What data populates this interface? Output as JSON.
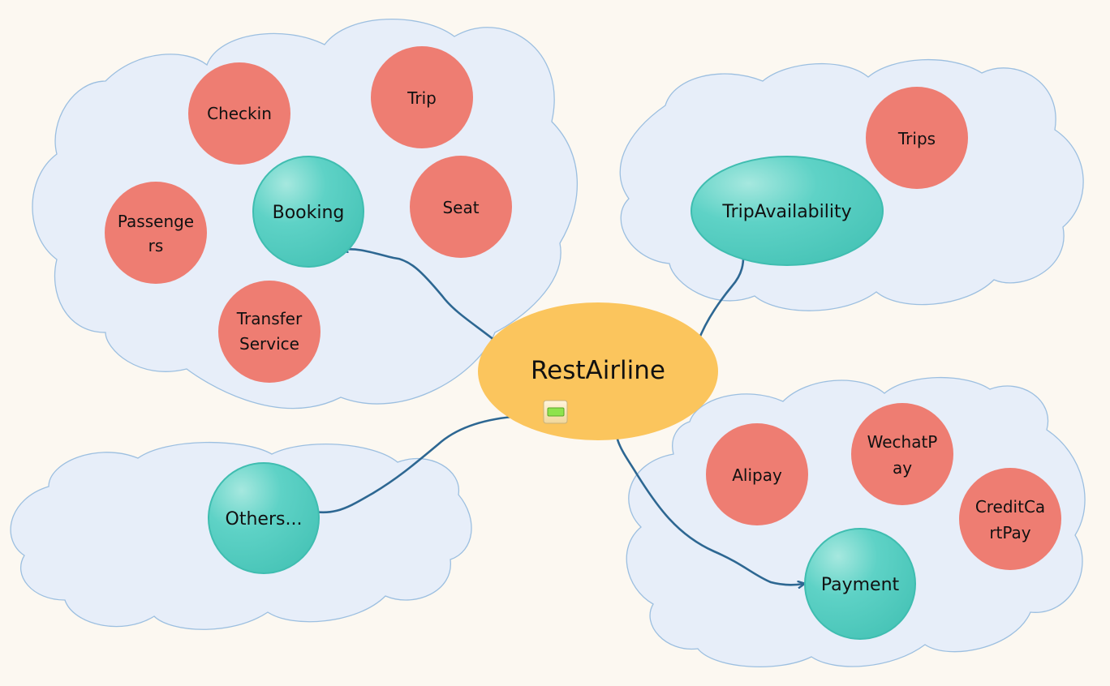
{
  "root": {
    "label": "RestAirline"
  },
  "groups": {
    "booking": {
      "hub": "Booking",
      "items": {
        "checkin": "Checkin",
        "trip": "Trip",
        "seat": "Seat",
        "passengers_1": "Passenge",
        "passengers_2": "rs",
        "transfer_1": "Transfer",
        "transfer_2": "Service"
      }
    },
    "availability": {
      "hub": "TripAvailability",
      "items": {
        "trips": "Trips"
      }
    },
    "payment": {
      "hub": "Payment",
      "items": {
        "alipay": "Alipay",
        "wechat_1": "WechatP",
        "wechat_2": "ay",
        "credit_1": "CreditCa",
        "credit_2": "rtPay"
      }
    },
    "others": {
      "hub": "Others..."
    }
  },
  "colors": {
    "root_fill": "#fbc55d",
    "hub_fill": "#56cfc3",
    "leaf_fill": "#ee7d72",
    "cloud_fill": "#e7eef9",
    "edge": "#2d6792",
    "background": "#fcf8f1"
  },
  "icons": {
    "collapse": "collapse-minus-icon"
  }
}
